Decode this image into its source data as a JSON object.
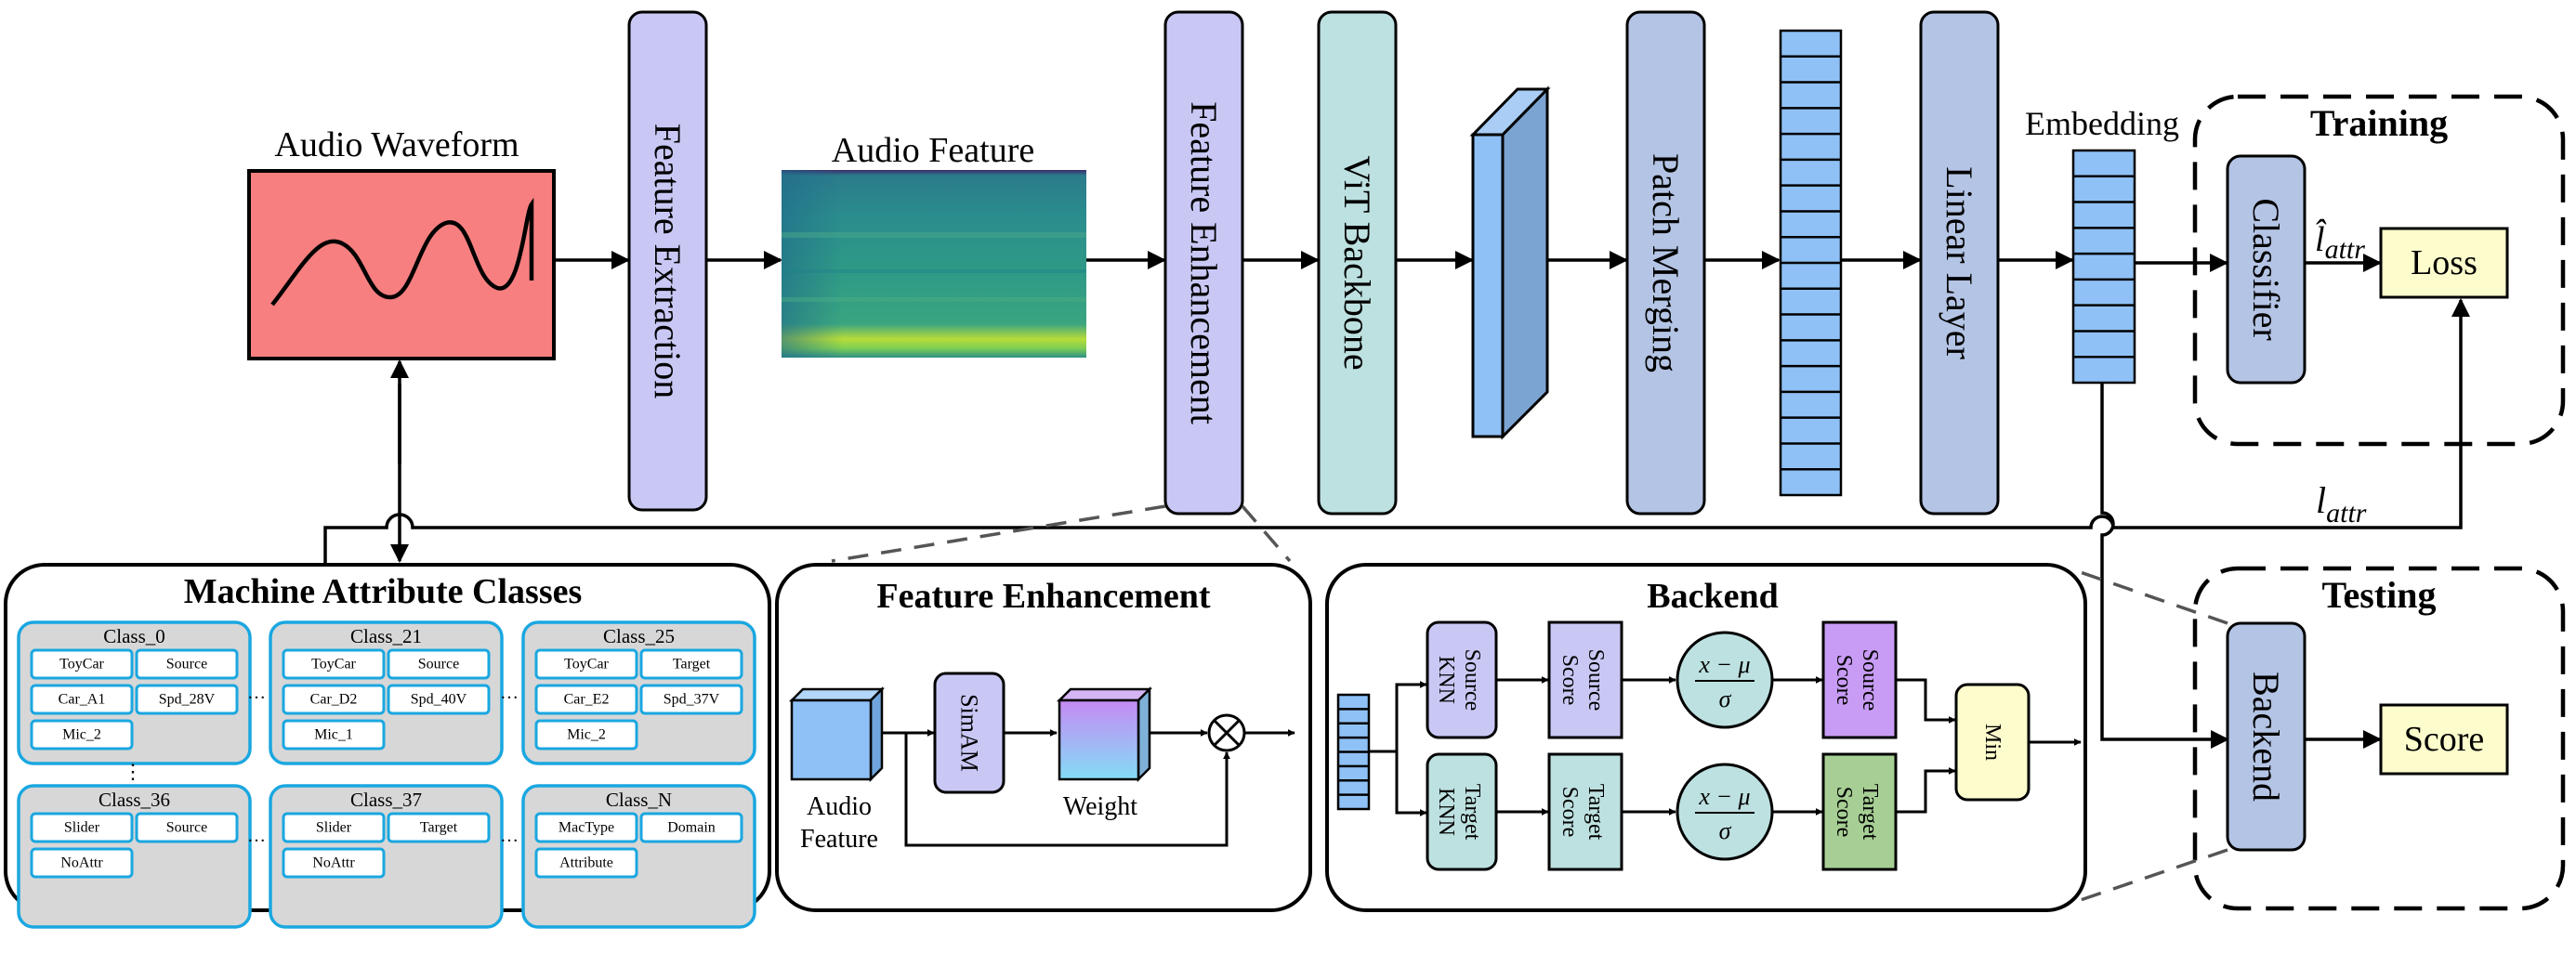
{
  "top": {
    "audio_waveform": "Audio Waveform",
    "feature_extraction": "Feature Extraction",
    "audio_feature": "Audio Feature",
    "feature_enhancement": "Feature Enhancement",
    "vit_backbone": "ViT Backbone",
    "patch_merging": "Patch Merging",
    "linear_layer": "Linear Layer",
    "embedding": "Embedding"
  },
  "training": {
    "title": "Training",
    "classifier": "Classifier",
    "l_hat_symbol": "l̂",
    "l_hat_subscript": "attr",
    "loss": "Loss",
    "l_attr_symbol": "l",
    "l_attr_subscript": "attr"
  },
  "testing": {
    "title": "Testing",
    "backend": "Backend",
    "score": "Score"
  },
  "attributes": {
    "title": "Machine Attribute Classes",
    "classes": [
      {
        "name": "Class_0",
        "tags": [
          "ToyCar",
          "Source",
          "Car_A1",
          "Spd_28V",
          "Mic_2"
        ]
      },
      {
        "name": "Class_21",
        "tags": [
          "ToyCar",
          "Source",
          "Car_D2",
          "Spd_40V",
          "Mic_1"
        ]
      },
      {
        "name": "Class_25",
        "tags": [
          "ToyCar",
          "Target",
          "Car_E2",
          "Spd_37V",
          "Mic_2"
        ]
      },
      {
        "name": "Class_36",
        "tags": [
          "Slider",
          "Source",
          "NoAttr"
        ]
      },
      {
        "name": "Class_37",
        "tags": [
          "Slider",
          "Target",
          "NoAttr"
        ]
      },
      {
        "name": "Class_N",
        "tags": [
          "MacType",
          "Domain",
          "Attribute"
        ]
      }
    ],
    "ellipsis": "…",
    "vdots": "⋮"
  },
  "feature_enhancement": {
    "title": "Feature Enhancement",
    "audio_feature_l1": "Audio",
    "audio_feature_l2": "Feature",
    "simam": "SimAM",
    "weight": "Weight",
    "multiply": "⊗"
  },
  "backend": {
    "title": "Backend",
    "source_knn_l1": "Source",
    "source_knn_l2": "KNN",
    "target_knn_l1": "Target",
    "target_knn_l2": "KNN",
    "source_score_l1": "Source",
    "source_score_l2": "Score",
    "target_score_l1": "Target",
    "target_score_l2": "Score",
    "norm_numerator": "x − μ",
    "norm_denominator": "σ",
    "min": "Min"
  },
  "colors": {
    "waveform_fill": "#f77f80",
    "lavender": "#c9c8f5",
    "teal": "#bde1e0",
    "steel": "#b4c4e5",
    "blue_bar": "#8fc1f6",
    "yellow": "#fdfccc",
    "tag_border": "#1aa7e0",
    "class_fill": "#d7d7d7",
    "purple_score": "#c89cf5",
    "green_score": "#a7cf95"
  }
}
